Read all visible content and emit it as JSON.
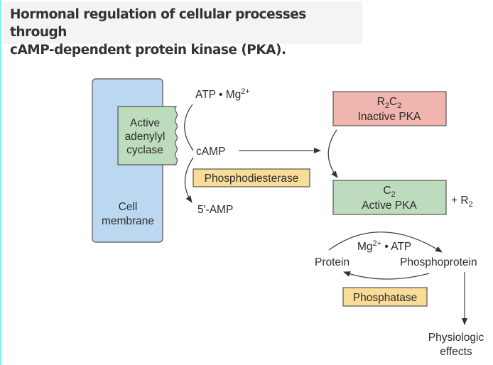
{
  "title": {
    "line1": "Hormonal regulation of cellular processes through",
    "line2": "cAMP-dependent protein kinase (PKA)."
  },
  "diagram": {
    "cell_membrane": {
      "line1": "Cell",
      "line2": "membrane"
    },
    "adenylyl_cyclase": {
      "line1": "Active",
      "line2": "adenylyl",
      "line3": "cyclase"
    },
    "atp_mg": {
      "base": "ATP • Mg",
      "sup": "2+"
    },
    "camp": "cAMP",
    "phosphodiesterase": "Phosphodiesterase",
    "amp": "5′-AMP",
    "inactive_pka": {
      "formula_r": "R",
      "sub1": "2",
      "formula_c": "C",
      "sub2": "2",
      "label": "Inactive PKA"
    },
    "active_pka": {
      "formula_c": "C",
      "sub": "2",
      "label": "Active PKA"
    },
    "plus_r2": {
      "base": "+ R",
      "sub": "2"
    },
    "mg_atp": {
      "base": "Mg",
      "sup": "2+",
      "rest": " • ATP"
    },
    "protein": "Protein",
    "phosphoprotein": "Phosphoprotein",
    "phosphatase": "Phosphatase",
    "effects": {
      "line1": "Physiologic",
      "line2": "effects"
    }
  },
  "colors": {
    "membrane": "#bcd7f0",
    "cyclase": "#bddcbd",
    "inactive_pka": "#f0b5ae",
    "active_pka": "#bddcbd",
    "enzyme": "#f8dc98"
  }
}
